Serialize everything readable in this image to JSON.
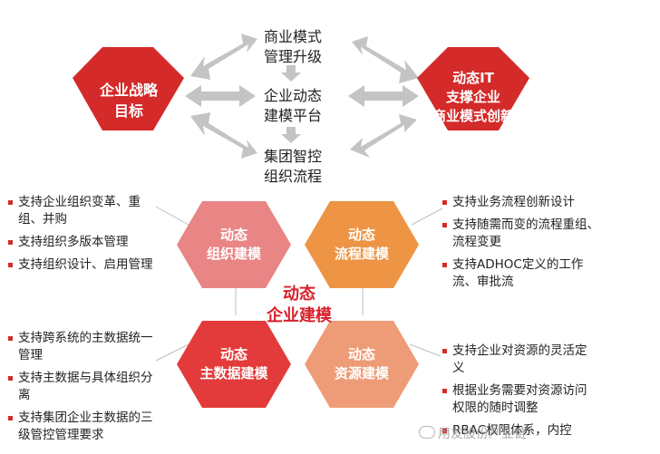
{
  "center_items": [
    {
      "line1": "商业模式",
      "line2": "管理升级"
    },
    {
      "line1": "企业动态",
      "line2": "建模平台"
    },
    {
      "line1": "集团智控",
      "line2": "组织流程"
    }
  ],
  "top_left_hex": {
    "line1": "企业战略",
    "line2": "目标",
    "color": "#d42a2a"
  },
  "top_right_hex": {
    "line1": "动态IT",
    "line2": "支撑企业",
    "line3": "商业模式创新",
    "color": "#d42a2a"
  },
  "core": {
    "line1": "动态",
    "line2": "企业建模",
    "color": "#d6202c"
  },
  "hexes": {
    "org": {
      "line1": "动态",
      "line2": "组织建模",
      "color": "#e98585"
    },
    "process": {
      "line1": "动态",
      "line2": "流程建模",
      "color": "#ee9445"
    },
    "master": {
      "line1": "动态",
      "line2": "主数据建模",
      "color": "#e33b3b"
    },
    "resource": {
      "line1": "动态",
      "line2": "资源建模",
      "color": "#ee9c77"
    }
  },
  "bullets": {
    "org": [
      "支持企业组织变革、重组、并购",
      "支持组织多版本管理",
      "支持组织设计、启用管理"
    ],
    "process": [
      "支持业务流程创新设计",
      "支持随需而变的流程重组、流程变更",
      "支持ADHOC定义的工作流、审批流"
    ],
    "master": [
      "支持跨系统的主数据统一管理",
      "支持主数据与具体组织分离",
      "支持集团企业主数据的三级管控管理要求"
    ],
    "resource": [
      "支持企业对资源的灵活定义",
      "根据业务需要对资源访问权限的随时调整",
      "RBAC权限体系，内控"
    ]
  },
  "watermark": "用友股份产业链"
}
